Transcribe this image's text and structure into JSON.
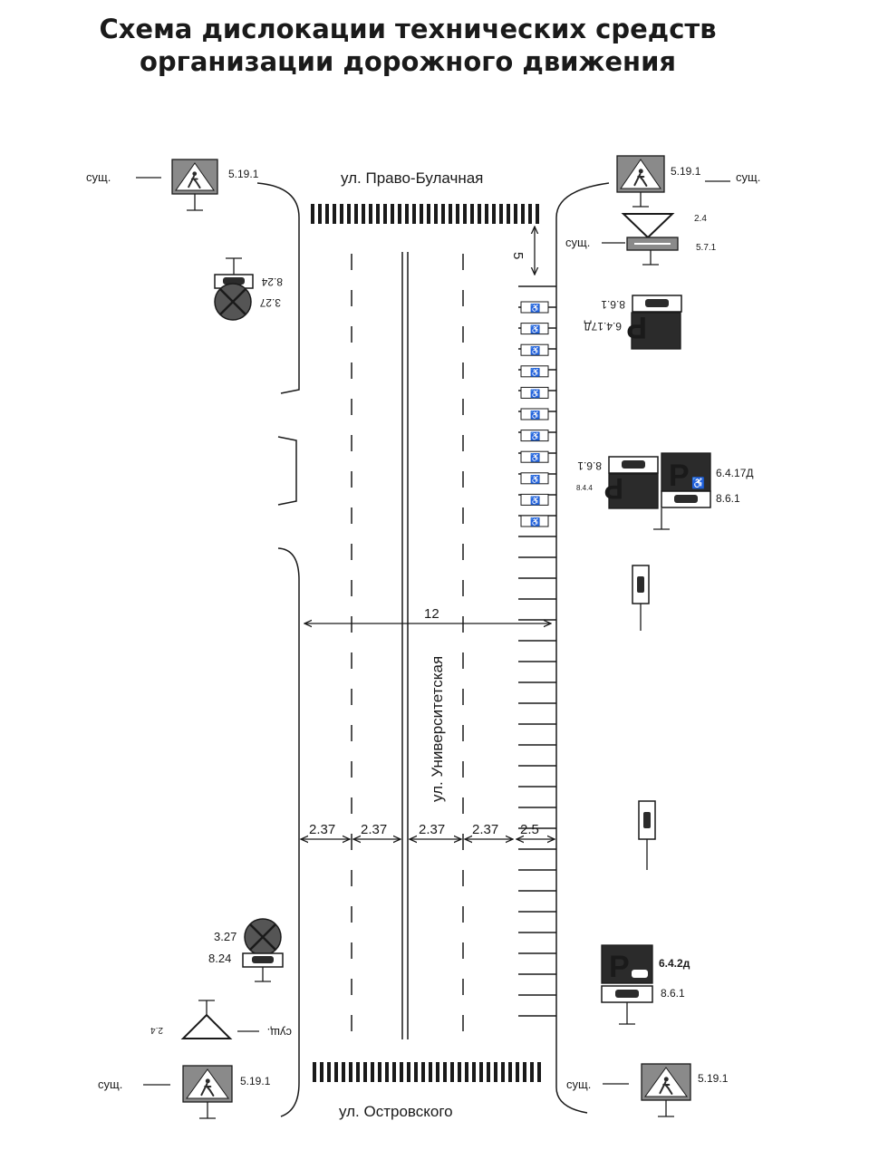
{
  "title": {
    "line1": "Схема дислокации технических средств",
    "line2": "организации дорожного движения"
  },
  "streets": {
    "top": "ул. Право-Булачная",
    "bottom": "ул. Островского",
    "main": "ул. Университетская"
  },
  "dimensions": {
    "road_width": "12",
    "crossing_gap": "5",
    "lane_widths": [
      "2.37",
      "2.37",
      "2.37",
      "2.37",
      "2.5"
    ]
  },
  "status_text": "сущ.",
  "signs": {
    "crossing": "5.19.1",
    "yield": "2.4",
    "oneway_plate": "5.7.1",
    "plate_861": "8.6.1",
    "parking_disabled": "6.4.17Д",
    "no_stop": "3.27",
    "tow_plate": "8.24",
    "parking": "6.4.2д",
    "small_plate": "8.4.4"
  },
  "colors": {
    "ink": "#1a1a1a",
    "sign_dark": "#2b2b2b",
    "sign_grey": "#8a8a8a",
    "background": "#ffffff"
  }
}
